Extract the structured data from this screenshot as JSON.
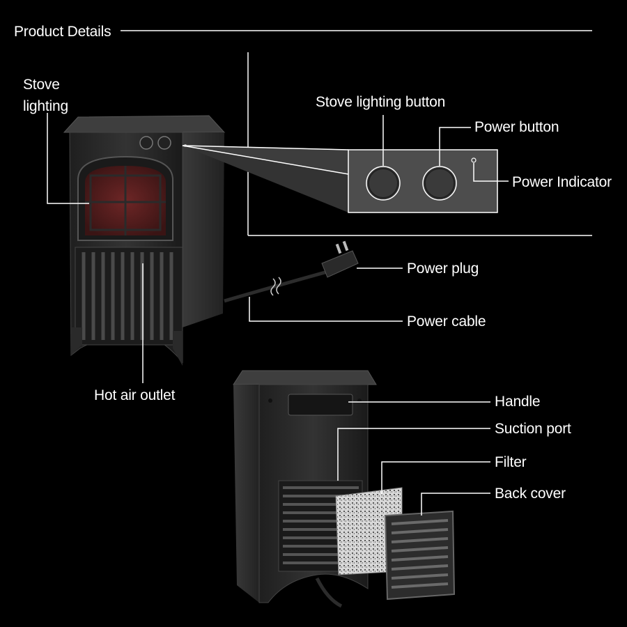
{
  "section_title": "Product Details",
  "labels": {
    "stove_lighting": "Stove lighting",
    "stove_lighting_button": "Stove lighting button",
    "power_button": "Power button",
    "power_indicator": "Power Indicator",
    "power_plug": "Power plug",
    "power_cable": "Power cable",
    "hot_air_outlet": "Hot air outlet",
    "handle": "Handle",
    "suction_port": "Suction port",
    "filter": "Filter",
    "back_cover": "Back cover"
  },
  "colors": {
    "background": "#000000",
    "line": "#ffffff",
    "body_dark": "#2a2a2a",
    "panel_grey": "#4d4d4d",
    "flame_glow": "#5a1e1e"
  }
}
